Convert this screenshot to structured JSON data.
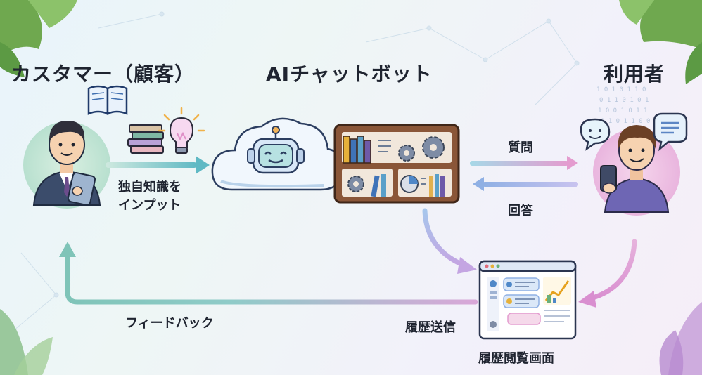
{
  "actors": {
    "customer": "カスタマー（顧客）",
    "chatbot": "AIチャットボット",
    "user": "利用者"
  },
  "flows": {
    "input_line1": "独自知識を",
    "input_line2": "インプット",
    "question": "質問",
    "answer": "回答",
    "history_send": "履歴送信",
    "feedback": "フィードバック"
  },
  "screen": {
    "title": "履歴閲覧画面"
  },
  "icons": [
    "book-icon",
    "book-stack-icon",
    "lightbulb-icon",
    "cloud-icon",
    "robot-icon",
    "bookshelf-icon",
    "gear-icon",
    "chat-bubble-icon",
    "smiley-icon",
    "dashboard-window-icon",
    "leaf-icon"
  ],
  "colors": {
    "arrow_teal": "#7cc7c9",
    "arrow_pink": "#e7a3cf",
    "arrow_purple": "#a9a3e6",
    "wood": "#7a4b34"
  }
}
